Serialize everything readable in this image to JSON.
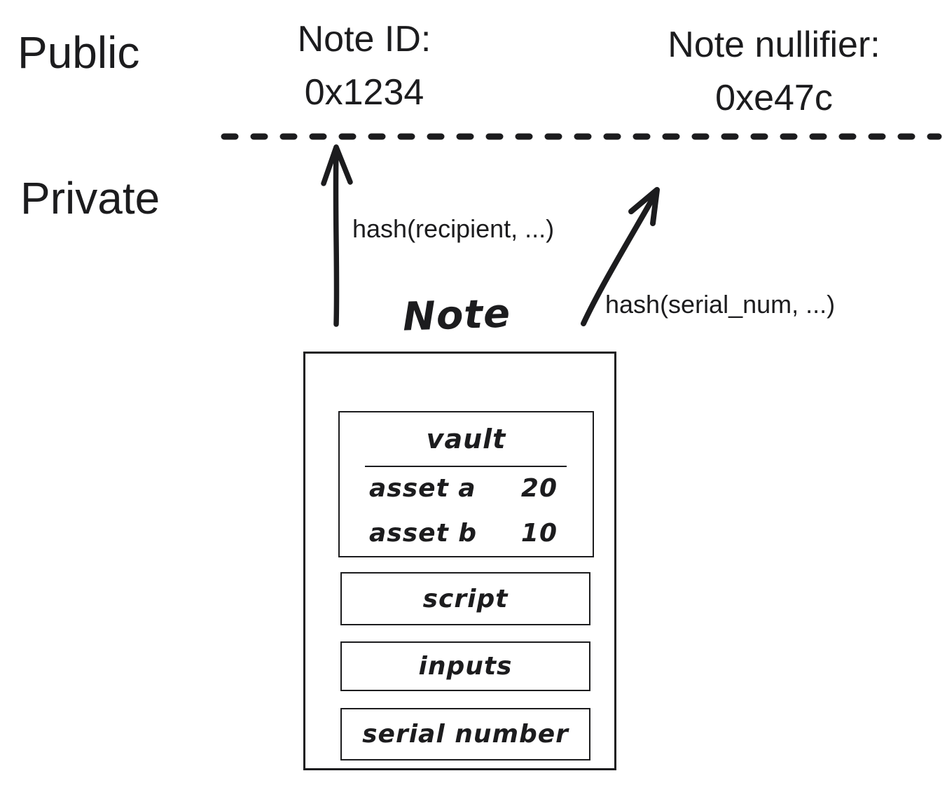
{
  "colors": {
    "ink": "#1c1c1e",
    "background": "#ffffff"
  },
  "layers": {
    "public_label": "Public",
    "private_label": "Private"
  },
  "public_outputs": {
    "note_id": {
      "label": "Note ID:",
      "value": "0x1234"
    },
    "note_nullifier": {
      "label": "Note nullifier:",
      "value": "0xe47c"
    }
  },
  "arrows": {
    "recipient": {
      "label": "hash(recipient, ...)"
    },
    "serial": {
      "label": "hash(serial_num, ...)"
    }
  },
  "note": {
    "title": "Note",
    "vault": {
      "title": "vault",
      "rows": [
        {
          "asset": "asset a",
          "amount": "20"
        },
        {
          "asset": "asset b",
          "amount": "10"
        }
      ]
    },
    "fields": {
      "script": "script",
      "inputs": "inputs",
      "serial_number": "serial number"
    }
  }
}
